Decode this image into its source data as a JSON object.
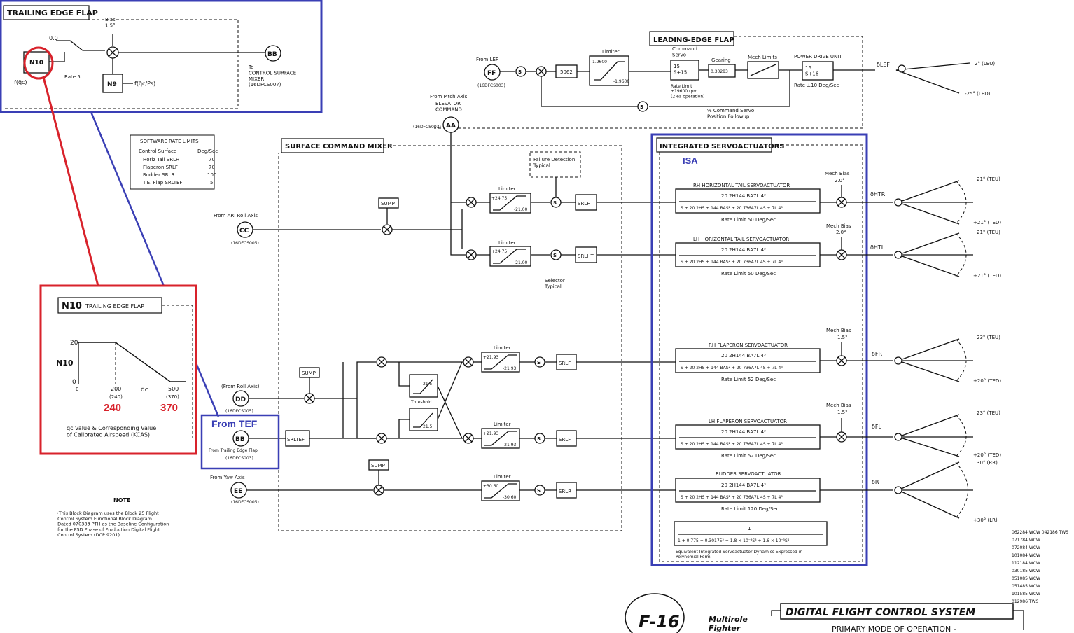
{
  "tef_inset": {
    "title": "TRAILING EDGE FLAP",
    "zero": "0.0",
    "bias": "Bias\n1.5°",
    "rate": "Rate 5",
    "n10": "N10",
    "n9": "N9",
    "f_left": "f(q̄c)",
    "f_right": "f(q̄c/Ps)",
    "bb_label": "To\nCONTROL SURFACE\nMIXER\n(16DFCS007)"
  },
  "n10_inset": {
    "title_bold": "N10",
    "title": "TRAILING EDGE FLAP",
    "y_label": "N10",
    "y20": "20",
    "y0": "0",
    "x0": "0",
    "x200": "200",
    "x240": "(240)",
    "x500": "500",
    "x370": "(370)",
    "qc": "q̄c",
    "v240": "240",
    "v370": "370",
    "note": "q̄c Value & Corresponding Value\nof Calibrated Airspeed (KCAS)"
  },
  "rate_limits": {
    "title": "SOFTWARE RATE LIMITS",
    "col1": "Control Surface",
    "col2": "Deg/Sec",
    "rows": [
      {
        "name": "Horiz Tail  SRLHT",
        "val": "70"
      },
      {
        "name": "Flaperon  SRLF",
        "val": "70"
      },
      {
        "name": "Rudder  SRLR",
        "val": "100"
      },
      {
        "name": "T.E. Flap  SRLTEF",
        "val": "5"
      }
    ]
  },
  "lef": {
    "title": "LEADING-EDGE FLAP",
    "ff": "FF",
    "from_lef": "From LEF",
    "ff_src": "(16DFCS003)",
    "gain": "5062",
    "limiter": "Limiter",
    "lim_hi": "1.9600",
    "lim_lo": "-1.9600",
    "cmd_servo": "Command\nServo",
    "servo_tf": "15\nS+15",
    "rate_limit": "Rate Limit\n±19600 rpm\n(2 ea operation)",
    "gearing": "Gearing",
    "gear_val": "0.30283",
    "mech_limits": "Mech Limits",
    "pdu": "POWER DRIVE UNIT",
    "pdu_tf": "16\nS+16",
    "pdu_rate": "Rate ±10 Deg/Sec",
    "followup": "% Command Servo\nPosition Followup",
    "out": "δLEF",
    "up": "2° (LEU)",
    "dn": "-25° (LED)"
  },
  "elevator": {
    "src": "From Pitch Axis",
    "label": "ELEVATOR\nCOMMAND",
    "code": "(16DFCS003)",
    "aa": "AA"
  },
  "mixer": {
    "title": "SURFACE COMMAND MIXER"
  },
  "failure": "Failure Detection\nTypical",
  "selector": "Selector\nTypical",
  "sump": "SUMP",
  "inputs": {
    "cc": "CC",
    "cc_src": "From ARI Roll Axis",
    "cc_code": "(16DFCS005)",
    "dd": "DD",
    "dd_src": "(From Roll Axis)",
    "dd_code": "(16DFCS005)",
    "bb": "BB",
    "bb_src": "From Trailing Edge Flap",
    "bb_code": "(16DFCS003)",
    "ee": "EE",
    "ee_src": "From Yaw Axis",
    "ee_code": "(16DFCS005)",
    "from_tef": "From TEF"
  },
  "limiters": [
    {
      "label": "Limiter",
      "hi": "+24.75",
      "lo": "-21.00"
    },
    {
      "label": "Limiter",
      "hi": "+24.75",
      "lo": "-21.00"
    },
    {
      "label": "Limiter",
      "hi": "+21.93",
      "lo": "-21.93"
    },
    {
      "label": "Limiter",
      "hi": "+21.93",
      "lo": "-21.93"
    },
    {
      "label": "Limiter",
      "hi": "+30.60",
      "lo": "-30.60"
    }
  ],
  "threshold": {
    "val1": "21.5",
    "val2": "21.5",
    "label": "Threshold"
  },
  "srl": {
    "ht1": "SRLHT",
    "ht2": "SRLHT",
    "f1": "SRLF",
    "f2": "SRLF",
    "r": "SRLR",
    "tef": "SRLTEF"
  },
  "isa": {
    "title": "INTEGRATED SERVOACTUATORS",
    "abbrev": "ISA",
    "num": "20  2H144  BA7L  4³",
    "den": "S + 20  2HS + 144  BAS² + 20  736A7L  4S + 7L  4³",
    "servos": [
      {
        "name": "RH HORIZONTAL TAIL SERVOACTUATOR",
        "rate": "Rate Limit  50 Deg/Sec"
      },
      {
        "name": "LH HORIZONTAL TAIL SERVOACTUATOR",
        "rate": "Rate Limit  50 Deg/Sec"
      },
      {
        "name": "RH FLAPERON SERVOACTUATOR",
        "rate": "Rate Limit  52 Deg/Sec"
      },
      {
        "name": "LH FLAPERON SERVOACTUATOR",
        "rate": "Rate Limit  52 Deg/Sec"
      },
      {
        "name": "RUDDER SERVOACTUATOR",
        "rate": "Rate Limit  120 Deg/Sec"
      }
    ],
    "equiv_num": "1",
    "equiv_den": "1 + 0.775 + 0.30175² + 1.8 × 10⁻³S³ + 1.6 × 10⁻⁵S⁴",
    "equiv_note": "Equivalent Integrated Servoactuator Dynamics Expressed in\nPolynomial Form"
  },
  "mech_bias": [
    {
      "label": "Mech Bias",
      "val": "2.0°"
    },
    {
      "label": "Mech Bias",
      "val": "2.0°"
    },
    {
      "label": "Mech Bias",
      "val": "1.5°"
    },
    {
      "label": "Mech Bias",
      "val": "1.5°"
    }
  ],
  "outputs": [
    {
      "sym": "δHTR",
      "up": "21° (TEU)",
      "dn": "+21° (TED)"
    },
    {
      "sym": "δHTL",
      "up": "21° (TEU)",
      "dn": "+21° (TED)"
    },
    {
      "sym": "δFR",
      "up": "23° (TEU)",
      "dn": "+20° (TED)"
    },
    {
      "sym": "δFL",
      "up": "23° (TEU)",
      "dn": "+20° (TED)"
    },
    {
      "sym": "δR",
      "up": "30° (RR)",
      "dn": "+30° (LR)"
    }
  ],
  "note": {
    "title": "NOTE",
    "text": "•This Block Diagram uses the Block 25 Flight\n Control System Functional Block Diagram\n Dated 070383 PTH as the Baseline Configuration\n for the FSD Phase of Production Digital Flight\n Control System (DCP 9201)"
  },
  "revisions": [
    "062284 WCW  042186 TWS",
    "071784 WCW",
    "072084 WCW",
    "101084 WCW",
    "112184 WCW",
    "030185 WCW",
    "051085 WCW",
    "051485 WCW",
    "101585 WCW",
    "012986 TWS"
  ],
  "footer": {
    "logo": "F-16",
    "tagline": "Multirole\nFighter",
    "title": "DIGITAL FLIGHT CONTROL SYSTEM",
    "subtitle": "PRIMARY MODE OF OPERATION -"
  }
}
